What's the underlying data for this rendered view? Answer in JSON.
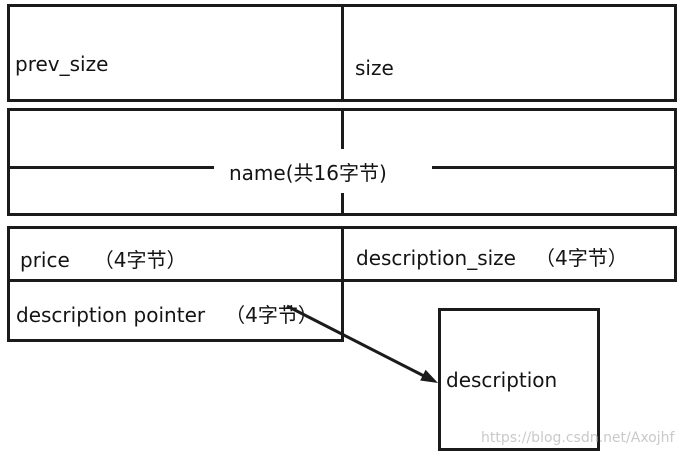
{
  "diagram": {
    "cells": {
      "prev_size": {
        "label": "prev_size"
      },
      "size": {
        "label": "size"
      },
      "name": {
        "label": "name(共16字节)"
      },
      "price": {
        "label": "price",
        "bytes": "（4字节）"
      },
      "description_size": {
        "label": "description_size",
        "bytes": "（4字节）"
      },
      "description_pointer": {
        "label": "description pointer",
        "bytes": "（4字节）"
      }
    },
    "description_box": {
      "label": "description"
    },
    "watermark": "https://blog.csdn.net/Axojhf",
    "colors": {
      "line": "#1b1b1b",
      "background": "#ffffff",
      "watermark": "#c9c9c9"
    }
  }
}
